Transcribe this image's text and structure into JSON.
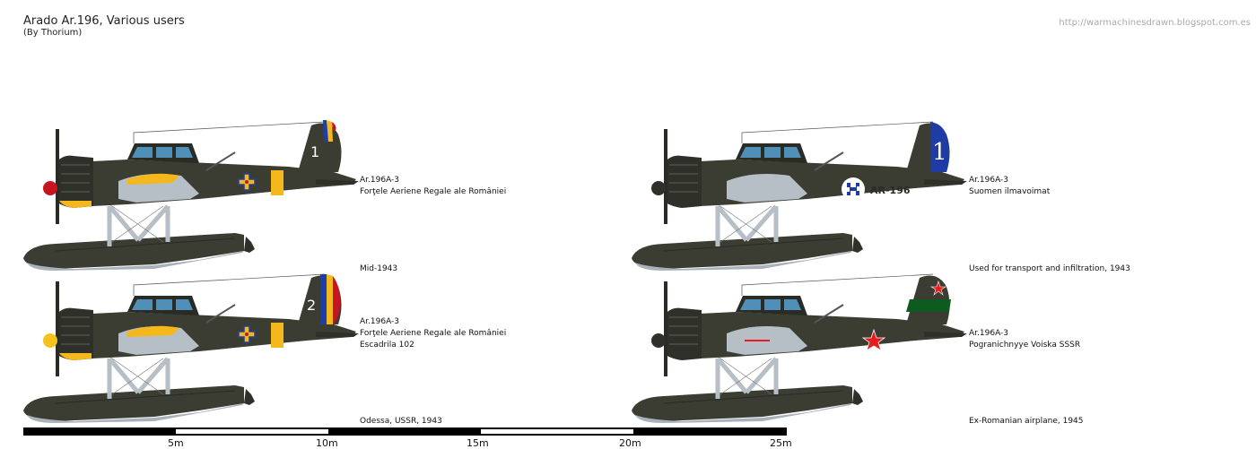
{
  "header": {
    "title": "Arado Ar.196, Various users",
    "subtitle": "(By Thorium)",
    "url": "http://warmachinesdrawn.blogspot.com.es"
  },
  "colors": {
    "airframe_dark": "#3b3d33",
    "airframe_mid": "#4a4c40",
    "underside": "#b6bec6",
    "canopy": "#4f8fb8",
    "romanian_yellow": "#f4b81c",
    "romanian_blue": "#1d3ea8",
    "romanian_red": "#c8141e",
    "finnish_blue": "#1f3ca6",
    "soviet_red": "#e81c1c",
    "soviet_green": "#0f5a1e",
    "spinner_red": "#c8141e",
    "spinner_yellow": "#f4c21c"
  },
  "aircraft": [
    {
      "id": "romania-1",
      "model": "Ar.196A-3",
      "operator": "Forţele Aeriene Regale ale României",
      "unit": "",
      "note": "Mid-1943",
      "tail_number": "1",
      "marking": "romanian-cross"
    },
    {
      "id": "finland",
      "model": "Ar.196A-3",
      "operator": "Suomen ilmavoimat",
      "unit": "",
      "note": "Used for transport and infiltration, 1943",
      "tail_number": "1",
      "fuselage_code": "AR-196",
      "marking": "finnish-swastika"
    },
    {
      "id": "romania-2",
      "model": "Ar.196A-3",
      "operator": "Forţele Aeriene Regale ale României",
      "unit": "Escadrila 102",
      "note": "Odessa, USSR, 1943",
      "tail_number": "2",
      "marking": "romanian-cross"
    },
    {
      "id": "ussr",
      "model": "Ar.196A-3",
      "operator": "Pogranichnyye Voiska SSSR",
      "unit": "",
      "note": "Ex-Romanian airplane, 1945",
      "tail_number": "",
      "marking": "soviet-star"
    }
  ],
  "scale": {
    "labels": [
      "5m",
      "10m",
      "15m",
      "20m",
      "25m"
    ]
  }
}
